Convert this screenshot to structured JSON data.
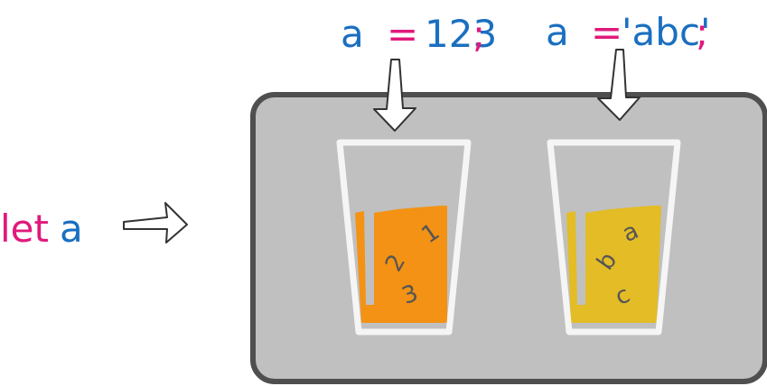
{
  "declaration": {
    "keyword": "let",
    "name": "a"
  },
  "assignments": [
    {
      "var": "a",
      "op": "=",
      "value": "123",
      "end": ";"
    },
    {
      "var": "a",
      "op": "=",
      "value": "'abc'",
      "end": ";"
    }
  ],
  "glasses": [
    {
      "contents": [
        "1",
        "2",
        "3"
      ],
      "liquid_color": "#f39214"
    },
    {
      "contents": [
        "a",
        "b",
        "c"
      ],
      "liquid_color": "#e3bc26"
    }
  ],
  "colors": {
    "keyword": "#e0197d",
    "identifier": "#1a6fc0",
    "box_fill": "#c0c0c0",
    "box_stroke": "#4f4f4f",
    "glass_stroke": "#f5f5f5",
    "digit_text": "#555555"
  }
}
